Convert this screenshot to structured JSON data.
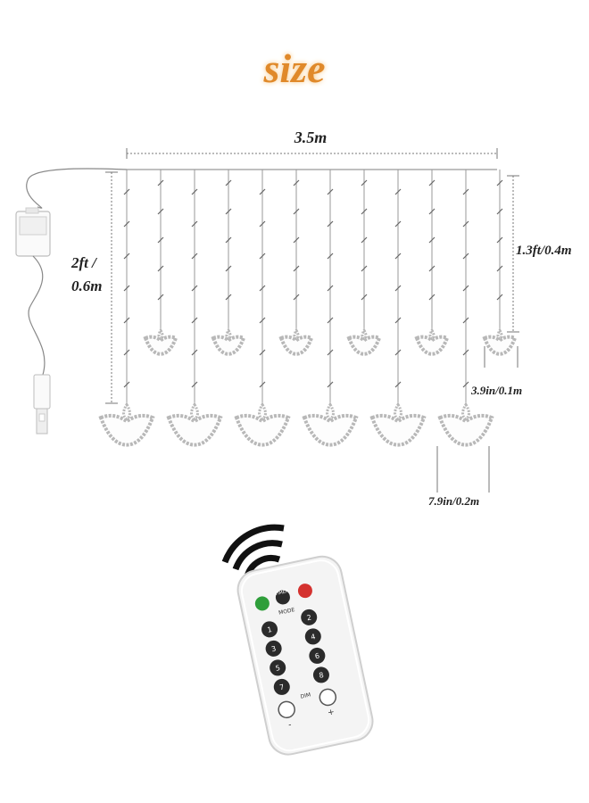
{
  "title": "size",
  "dimensions": {
    "total_width": "3.5m",
    "long_drop_line1": "2ft /",
    "long_drop_line2": "0.6m",
    "short_drop": "1.3ft/0.4m",
    "small_lamp": "3.9in/0.1m",
    "large_lamp": "7.9in/0.2m"
  },
  "remote": {
    "timer_label": "TIMER",
    "mode_label": "MODE",
    "dim_label": "DIM",
    "plus_label": "+",
    "minus_label": "-",
    "number_keys": [
      "1",
      "2",
      "3",
      "4",
      "5",
      "6",
      "7",
      "8"
    ],
    "on_color": "#2e9e3a",
    "off_color": "#d4322f"
  },
  "colors": {
    "title": "#e0892a",
    "wire": "#9a9a9a",
    "lamp": "#b8b8b8",
    "remote_body": "#f3f3f3",
    "key": "#2b2b2b"
  },
  "icons": [
    "battery-box-icon",
    "usb-plug-icon",
    "signal-waves-icon",
    "remote-control-icon",
    "diya-lamp-icon"
  ]
}
